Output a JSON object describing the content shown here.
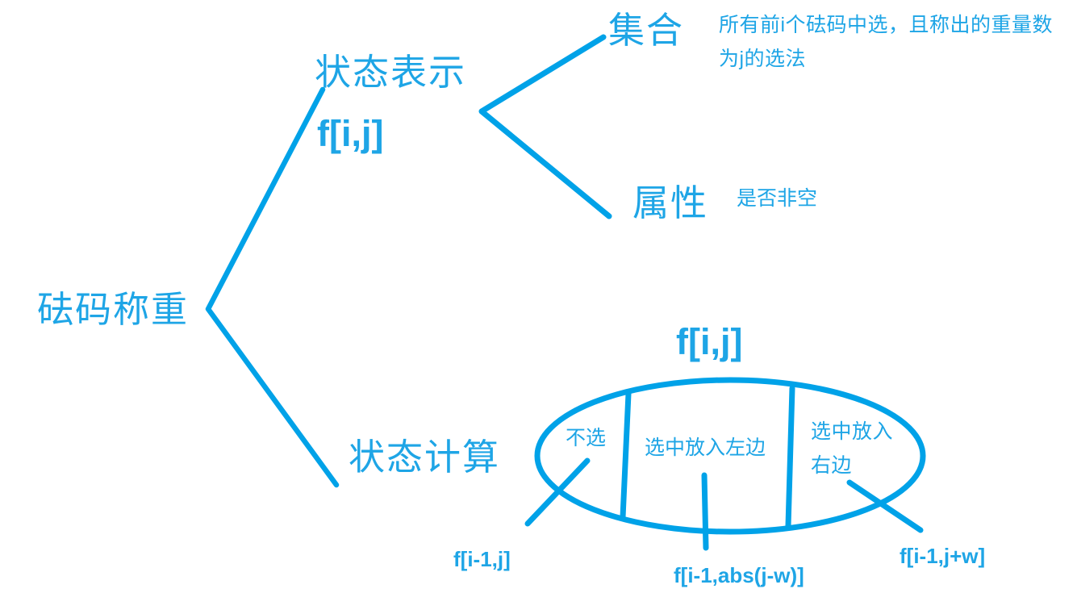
{
  "colors": {
    "accent": "#00A2E8",
    "text": "#1EA5E6",
    "background": "#FFFFFF"
  },
  "mindmap": {
    "root": {
      "label": "砝码称重"
    },
    "state_representation": {
      "label": "状态表示",
      "formula": "f[i,j]",
      "set": {
        "label": "集合",
        "annotation_line1": "所有前i个砝码中选，且称出的重量数",
        "annotation_line2": "为j的选法"
      },
      "attribute": {
        "label": "属性",
        "annotation": "是否非空"
      }
    },
    "state_computation": {
      "label": "状态计算",
      "formula": "f[i,j]",
      "partitions": [
        {
          "label": "不选",
          "result": "f[i-1,j]"
        },
        {
          "label": "选中放入左边",
          "result": "f[i-1,abs(j-w)]"
        },
        {
          "label_line1": "选中放入",
          "label_line2": "右边",
          "result": "f[i-1,j+w]"
        }
      ]
    }
  }
}
